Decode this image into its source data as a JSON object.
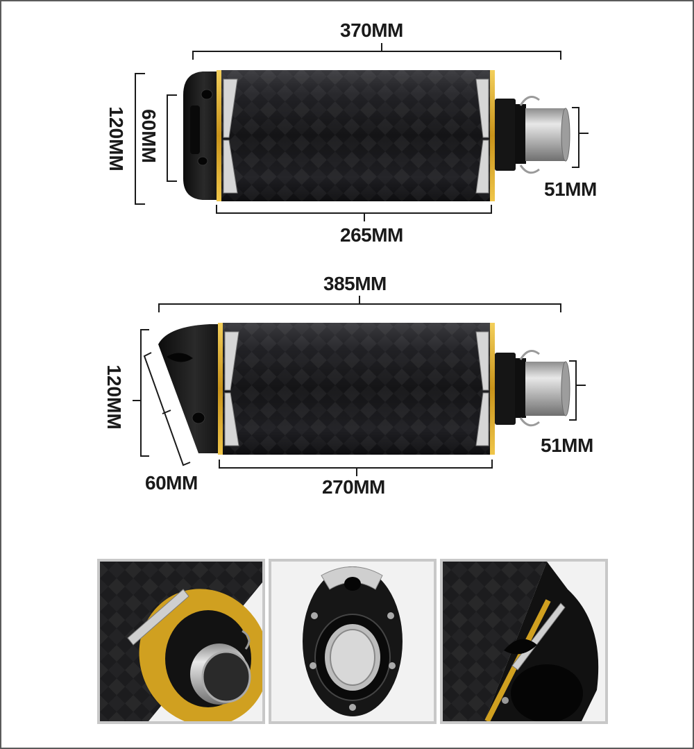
{
  "top_view": {
    "overall_length": "370MM",
    "body_length": "265MM",
    "outer_height": "120MM",
    "inner_height": "60MM",
    "inlet_diameter": "51MM"
  },
  "side_view": {
    "overall_length": "385MM",
    "body_length": "270MM",
    "height": "120MM",
    "tip_length": "60MM",
    "inlet_diameter": "51MM"
  },
  "colors": {
    "carbon": "#1b1b1d",
    "gold_ring": "#d4a21c",
    "steel": "#b9b9b9",
    "thumb_border": "#c8c8c8"
  },
  "thumbnails": [
    "inlet-end-view",
    "outlet-front-view",
    "outlet-angle-view"
  ]
}
